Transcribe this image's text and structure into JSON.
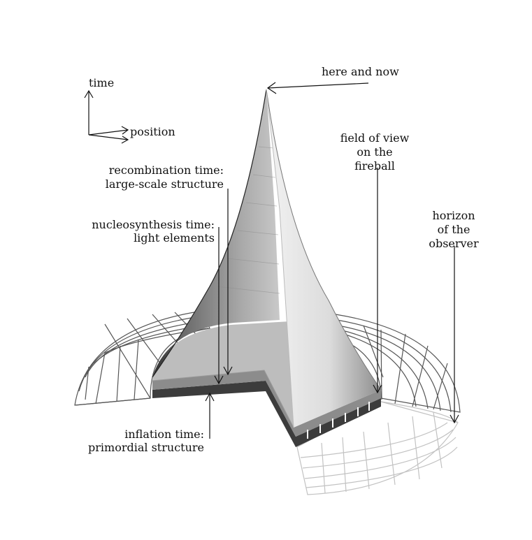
{
  "labels": {
    "time": "time",
    "position": "position",
    "here_and_now": "here and now",
    "field_of_view": [
      "field of view",
      "on the",
      "fireball"
    ],
    "horizon": [
      "horizon",
      "of the",
      "observer"
    ],
    "recombination": [
      "recombination time:",
      "large-scale structure"
    ],
    "nucleosynthesis": [
      "nucleosynthesis time:",
      "light elements"
    ],
    "inflation": [
      "inflation time:",
      "primordial structure"
    ]
  },
  "colors": {
    "background": "#ffffff",
    "ink": "#111111",
    "grid_dark": "#5a5a5a",
    "grid_light": "#c8c8c8",
    "cone_shadow": "#3a3a3a",
    "cone_light": "#e6e6e6",
    "disk_top": "#bdbdbd",
    "band_mid": "#8c8c8c",
    "band_dark": "#3c3c3c"
  }
}
